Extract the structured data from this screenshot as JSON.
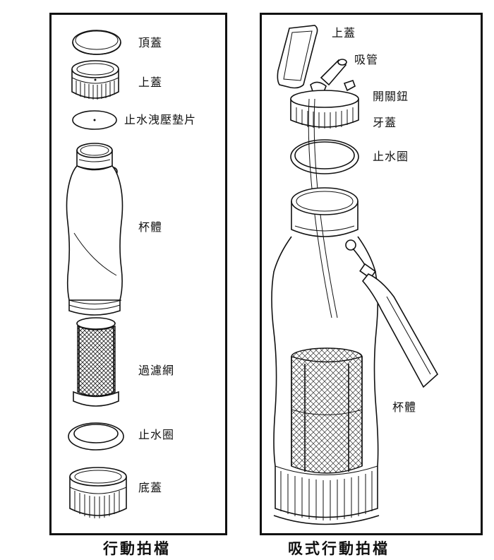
{
  "left_panel": {
    "caption": "行動拍檔",
    "labels": {
      "top_lid": "頂蓋",
      "upper_lid": "上蓋",
      "leak_gasket": "止水洩壓墊片",
      "bottle_body": "杯體",
      "filter_mesh": "過濾網",
      "water_ring": "止水圈",
      "bottom_lid": "底蓋"
    }
  },
  "right_panel": {
    "caption": "吸式行動拍檔",
    "labels": {
      "upper_lid": "上蓋",
      "straw": "吸管",
      "switch_button": "開關鈕",
      "thread_lid": "牙蓋",
      "water_ring": "止水圈",
      "bottle_body": "杯體"
    }
  }
}
